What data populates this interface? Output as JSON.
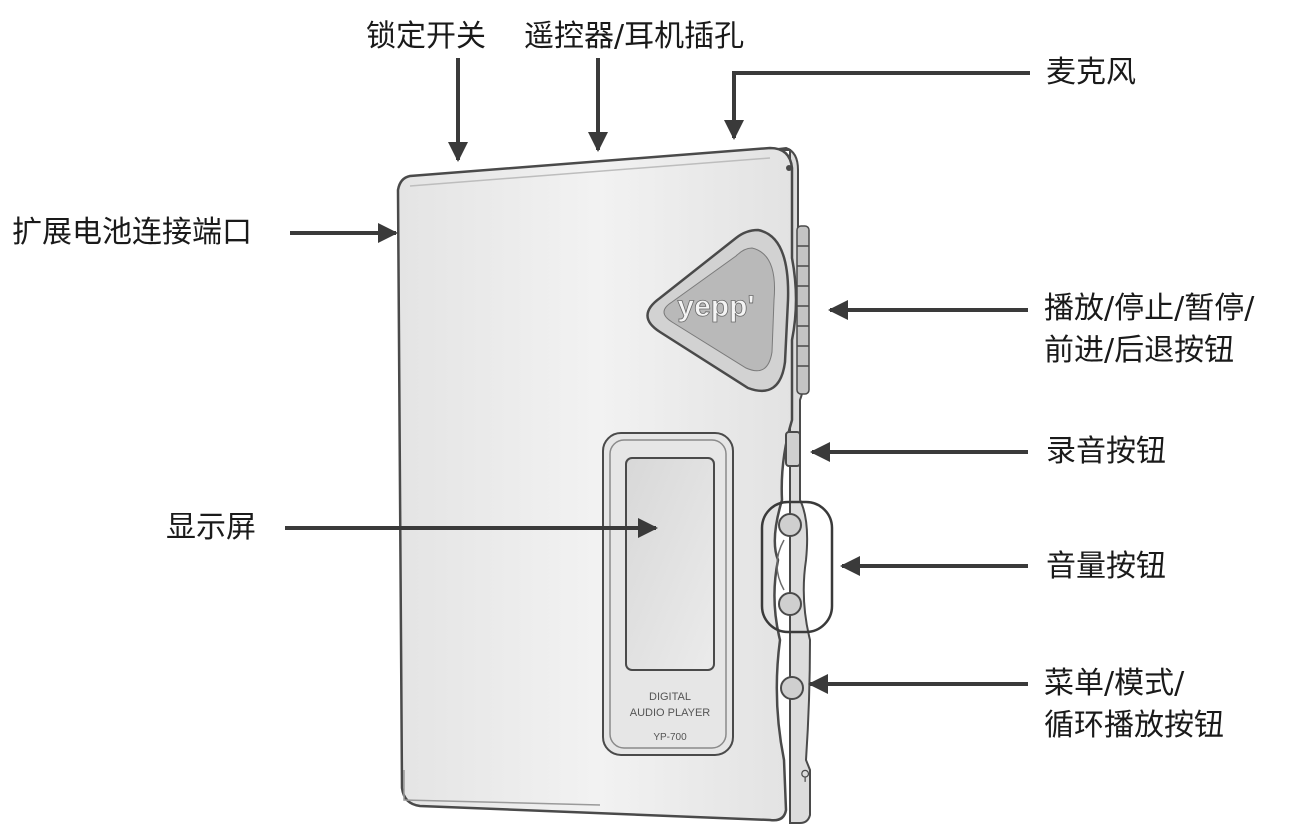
{
  "labels": {
    "lock_switch": "锁定开关",
    "remote_jack": "遥控器/耳机插孔",
    "microphone": "麦克风",
    "battery_port": "扩展电池连接端口",
    "play_buttons": [
      "播放/停止/暂停/",
      "前进/后退按钮"
    ],
    "record_button": "录音按钮",
    "display": "显示屏",
    "volume_buttons": "音量按钮",
    "menu_buttons": [
      "菜单/模式/",
      "循环播放按钮"
    ]
  },
  "device": {
    "logo": "yepp'",
    "badge_line1": "DIGITAL",
    "badge_line2": "AUDIO PLAYER",
    "model": "YP-700"
  },
  "colors": {
    "outline": "#4a4a4a",
    "body_fill": "#eeeeee",
    "arrow": "#3a3a3a"
  }
}
